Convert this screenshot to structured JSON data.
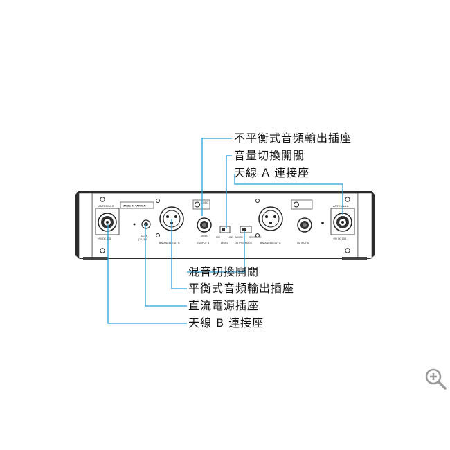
{
  "callouts": {
    "unbalanced_output_top": "不平衡式音頻輸出插座",
    "volume_switch": "音量切換開關",
    "antenna_a": "天線 A 連接座",
    "mix_switch": "混音切換開關",
    "balanced_output": "平衡式音頻輸出插座",
    "dc_input": "直流電源插座",
    "antenna_b": "天線 B 連接座"
  },
  "panel": {
    "antenna_b_label": "ANTENNA B",
    "antenna_b_power": "+9V DC 50Ω",
    "made_in": "MADE IN TAIWAN",
    "dc_in_label": "DC IN",
    "dc_in_voltage": "(12-18V)",
    "balanced_out_b": "BALANCED OUT B",
    "output_b": "OUTPUT B",
    "mixed_label": "MIXED",
    "level": "LEVEL",
    "mic_label": "MIC",
    "line_label": "LINE",
    "output_mode": "OUTPUT MODE",
    "mixed_small": "MIXED",
    "separate": "SEPARATE",
    "balanced_out_a": "BALANCED OUT A",
    "output_a": "OUTPUT A",
    "antenna_a_label": "ANTENNA A",
    "antenna_a_power": "+9V DC 50Ω"
  },
  "colors": {
    "leader_line": "#2a9fd8",
    "panel_body": "#2b2b2b",
    "panel_face": "#ffffff",
    "zoom_icon": "#9a9a9a"
  }
}
